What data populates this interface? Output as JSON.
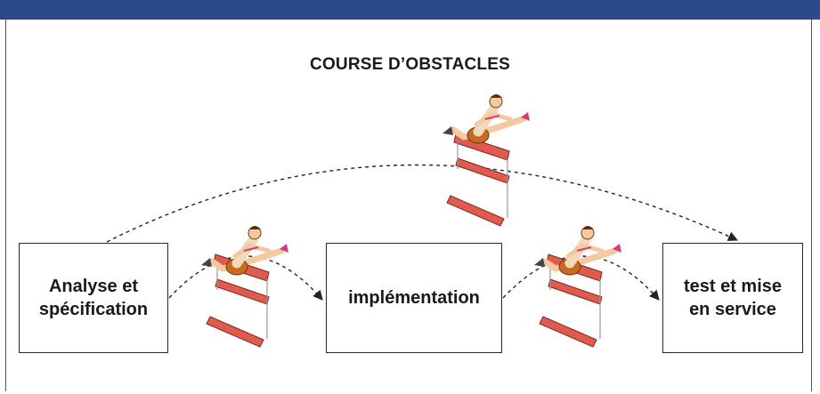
{
  "title": "COURSE D’OBSTACLES",
  "boxes": {
    "analyse": "Analyse et\nspécification",
    "implementation": "implémentation",
    "test": "test et mise\nen service"
  },
  "icons": [
    "hurdler-icon",
    "hurdle-icon"
  ],
  "colors": {
    "top_bar": "#2b4a8b",
    "hurdle": "#e05a4e",
    "box_border": "#2a2a2a"
  }
}
